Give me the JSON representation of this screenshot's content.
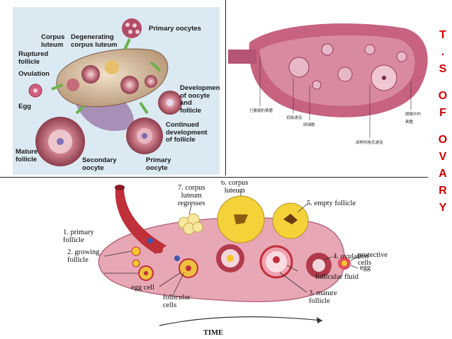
{
  "top_left_labels": {
    "primary_oocytes": "Primary oocytes",
    "corpus_luteum": "Corpus\nluteum",
    "degenerating_corpus_luteum": "Degenerating\ncorpus luteum",
    "ruptured_follicle": "Ruptured\nfollicle",
    "ovulation": "Ovulation",
    "egg": "Egg",
    "development": "Development\nof oocyte\nand\nfollicle",
    "continued_development": "Continued\ndevelopment\nof follicle",
    "mature_follicle": "Mature\nfollicle",
    "secondary_oocyte": "Secondary\noocyte",
    "primary_oocyte": "Primary\noocyte"
  },
  "top_right_labels": [
    "已萎縮的黃體",
    "初級濾泡",
    "卵細胞",
    "成熟的格氏濾泡",
    "閉鎖中的\n黃體"
  ],
  "bottom_labels": {
    "corpus_luteum_regresses": "7. corpus\nluteum\nregresses",
    "corpus_luteum": "6. corpus\nluteum",
    "empty_follicle": "5. empty follicle",
    "primary_follicle": "1. primary\nfollicle",
    "growing_follicle": "2. growing\nfollicle",
    "ovulation": "4. ovulation",
    "protective_cells": "protective cells",
    "egg": "egg",
    "follicular_fluid": "follicular fluid",
    "egg_cell": "egg cell",
    "follicular_cells": "follicular\ncells",
    "mature_follicle": "3. mature\nfollicle",
    "time": "TIME"
  },
  "side_title": [
    "T",
    ".",
    "S",
    "O",
    "F",
    "O",
    "V",
    "A",
    "R",
    "Y"
  ],
  "colors": {
    "title": "#d10000",
    "ovary": "#e8a7b4",
    "tube": "#c0303a",
    "yolk": "#f4d23a"
  }
}
